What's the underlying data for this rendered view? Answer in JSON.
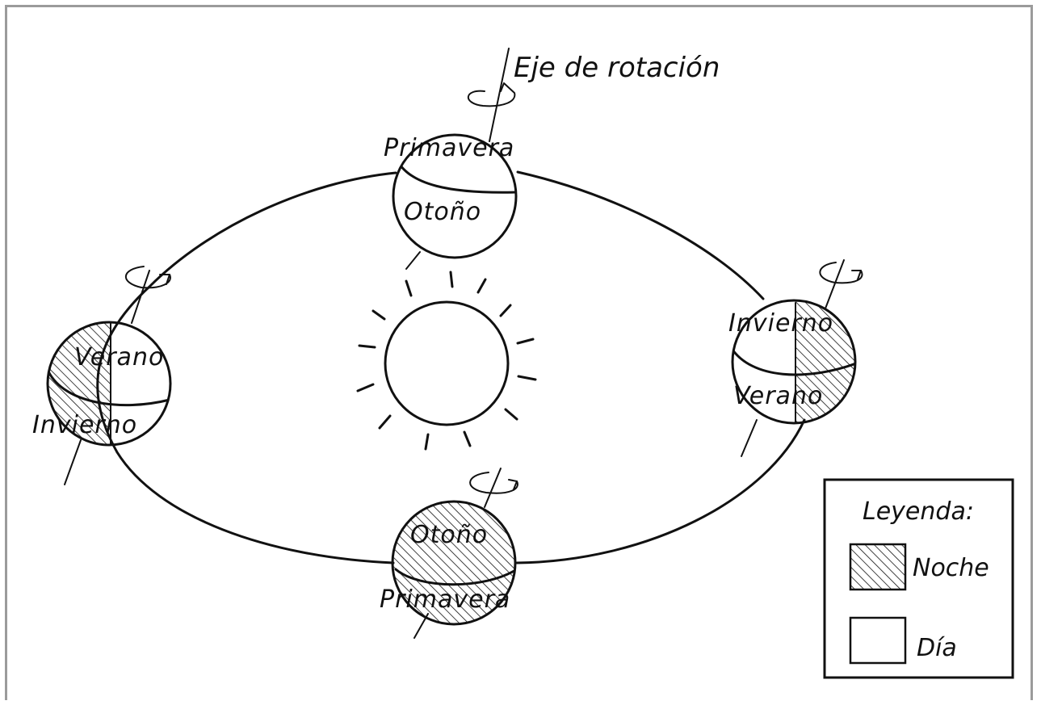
{
  "axis_label": "Eje de rotación",
  "globes": [
    {
      "top": "Primavera",
      "bottom": "Otoño"
    },
    {
      "top": "Verano",
      "bottom": "Invierno"
    },
    {
      "top": "Invierno",
      "bottom": "Verano"
    },
    {
      "top": "Otoño",
      "bottom": "Primavera"
    }
  ],
  "legend": {
    "title": "Leyenda:",
    "night": "Noche",
    "day": "Día"
  },
  "colors": {
    "ink": "#111111",
    "frame": "#9b9b9b"
  }
}
